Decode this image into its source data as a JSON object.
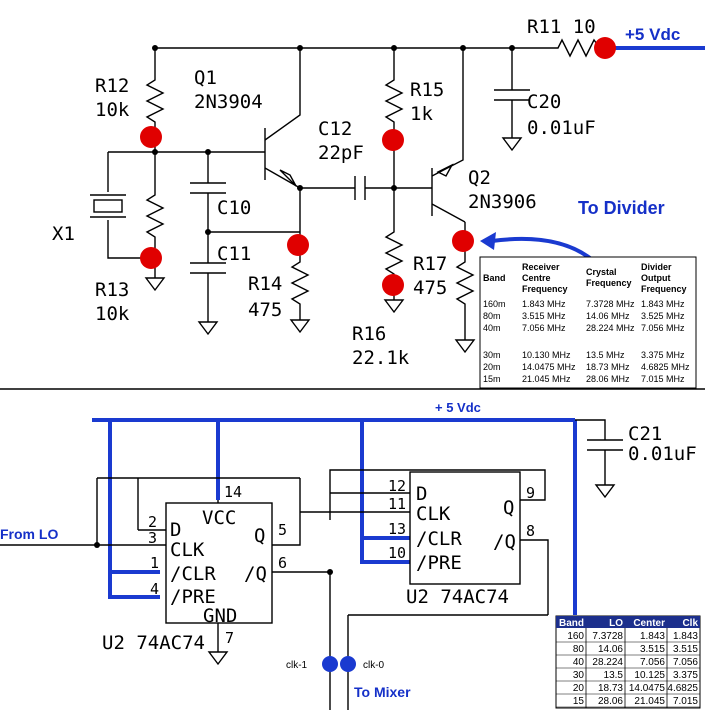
{
  "top": {
    "supply": "+5 Vdc",
    "to_divider": "To Divider",
    "components": {
      "r11": "R11 10",
      "r12_name": "R12",
      "r12_val": "10k",
      "q1_name": "Q1",
      "q1_part": "2N3904",
      "c12_name": "C12",
      "c12_val": "22pF",
      "r15_name": "R15",
      "r15_val": "1k",
      "c20_name": "C20",
      "c20_val": "0.01uF",
      "q2_name": "Q2",
      "q2_part": "2N3906",
      "c10": "C10",
      "c11": "C11",
      "x1": "X1",
      "r13_name": "R13",
      "r13_val": "10k",
      "r14_name": "R14",
      "r14_val": "475",
      "r17_name": "R17",
      "r17_val": "475",
      "r16_name": "R16",
      "r16_val": "22.1k"
    },
    "freq_table": {
      "headers": [
        "Band",
        "Receiver Centre Frequency",
        "Crystal Frequency",
        "Divider Output Frequency"
      ],
      "rows": [
        [
          "160m",
          "1.843 MHz",
          "7.3728 MHz",
          "1.843 MHz"
        ],
        [
          "80m",
          "3.515 MHz",
          "14.06 MHz",
          "3.525 MHz"
        ],
        [
          "40m",
          "7.056 MHz",
          "28.224 MHz",
          "7.056 MHz"
        ],
        [
          "30m",
          "10.130 MHz",
          "13.5 MHz",
          "3.375 MHz"
        ],
        [
          "20m",
          "14.0475 MHz",
          "18.73 MHz",
          "4.6825 MHz"
        ],
        [
          "15m",
          "21.045 MHz",
          "28.06 MHz",
          "7.015 MHz"
        ]
      ]
    }
  },
  "bottom": {
    "supply": "+ 5 Vdc",
    "from_lo": "From LO",
    "to_mixer": "To Mixer",
    "clk1": "clk-1",
    "clk0": "clk-0",
    "c21_name": "C21",
    "c21_val": "0.01uF",
    "u2a": {
      "name": "U2 74AC74",
      "vcc": "VCC",
      "gnd": "GND",
      "pins": {
        "d": "D",
        "clk": "CLK",
        "clr": "/CLR",
        "pre": "/PRE",
        "q": "Q",
        "nq": "/Q"
      },
      "nums": {
        "p2": "2",
        "p3": "3",
        "p1": "1",
        "p4": "4",
        "p14": "14",
        "p5": "5",
        "p6": "6",
        "p7": "7"
      }
    },
    "u2b": {
      "name": "U2 74AC74",
      "pins": {
        "d": "D",
        "clk": "CLK",
        "clr": "/CLR",
        "pre": "/PRE",
        "q": "Q",
        "nq": "/Q"
      },
      "nums": {
        "p12": "12",
        "p11": "11",
        "p13": "13",
        "p10": "10",
        "p9": "9",
        "p8": "8"
      }
    },
    "clk_table": {
      "headers": [
        "Band",
        "LO",
        "Center",
        "Clk"
      ],
      "rows": [
        [
          "160",
          "7.3728",
          "1.843",
          "1.843"
        ],
        [
          "80",
          "14.06",
          "3.515",
          "3.515"
        ],
        [
          "40",
          "28.224",
          "7.056",
          "7.056"
        ],
        [
          "30",
          "13.5",
          "10.125",
          "3.375"
        ],
        [
          "20",
          "18.73",
          "14.0475",
          "4.6825"
        ],
        [
          "15",
          "28.06",
          "21.045",
          "7.015"
        ]
      ]
    }
  },
  "colors": {
    "accent_blue": "#1a3ad0",
    "probe_red": "#e00000",
    "table_header": "#1c2f8c"
  }
}
